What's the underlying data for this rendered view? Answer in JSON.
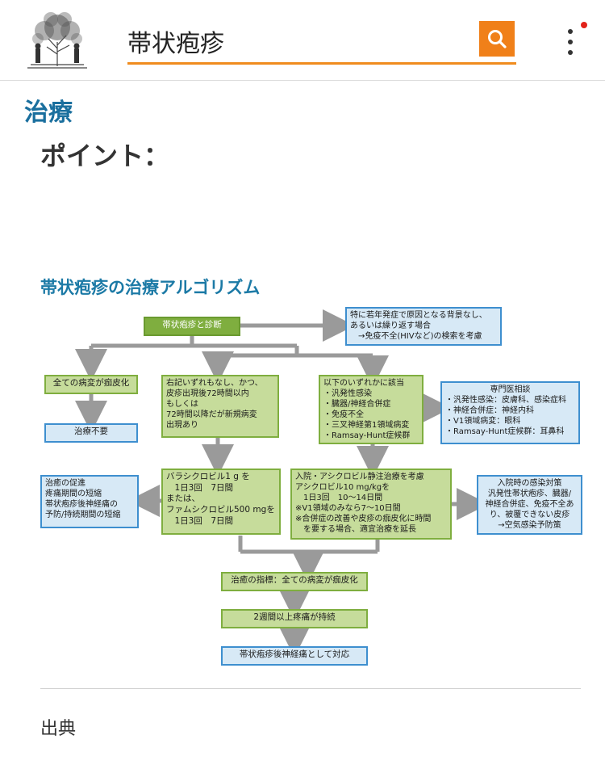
{
  "header": {
    "search_value": "帯状疱疹",
    "search_icon": "search-icon",
    "menu_icon": "more-vertical-icon",
    "logo_icon": "tree-logo-icon",
    "accent_color": "#f08019",
    "notification_color": "#e2231a"
  },
  "content": {
    "section_title": "治療",
    "point_title": "ポイント：",
    "figure_title": "帯状疱疹の治療アルゴリズム",
    "source_label": "出典"
  },
  "flowchart": {
    "start": "帯状疱疹と診断",
    "note_top_right": "特に若年発症で原因となる背景なし、\nあるいは繰り返す場合\n　→免疫不全(HIVなど)の検索を考慮",
    "all_crusted": "全ての病変が痂皮化",
    "no_treatment": "治療不要",
    "mid_condition": "右記いずれもなし、かつ、\n皮疹出現後72時間以内\nもしくは\n72時間以降だが新規病変\n出現あり",
    "right_condition": "以下のいずれかに該当\n・汎発性感染\n・臓器/神経合併症\n・免疫不全\n・三叉神経第1領域病変\n・Ramsay-Hunt症候群",
    "consult": "専門医相談",
    "consult_list": "・汎発性感染：皮膚科、感染症科\n・神経合併症：神経内科\n・V1領域病変：眼科\n・Ramsay-Hunt症候群：耳鼻科",
    "goals": "治癒の促進\n疼痛期間の短縮\n帯状疱疹後神経痛の\n予防/持続期間の短縮",
    "oral_treatment": "バラシクロビル1 g を\n　1日3回　7日間\nまたは、\nファムシクロビル500 mgを\n　1日3回　7日間",
    "iv_treatment": "入院・アシクロビル静注治療を考慮\nアシクロビル10 mg/kgを\n　1日3回　10～14日間\n※V1領域のみなら7～10日間\n※合併症の改善や皮疹の痂皮化に時間\n　を要する場合、適宜治療を延長",
    "infection_control": "入院時の感染対策\n汎発性帯状疱疹、臓器/\n神経合併症、免疫不全あ\nり、被覆できない皮疹\n→空気感染予防策",
    "endpoint": "治癒の指標：全ての病変が痂皮化",
    "persistent_pain": "2週間以上疼痛が持続",
    "phn": "帯状疱疹後神経痛として対応"
  }
}
